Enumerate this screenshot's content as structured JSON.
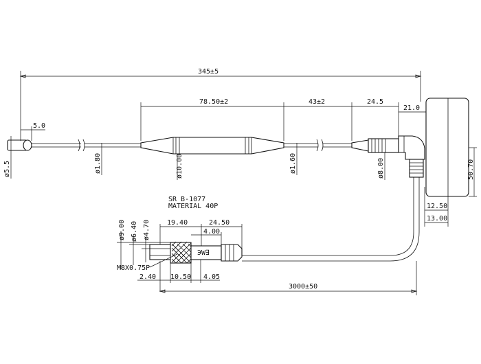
{
  "dimensions": {
    "overall_length": "345±5",
    "tip_length": "5.0",
    "tip_diameter": "ø5.5",
    "whip_diameter_left": "ø1.80",
    "coil_length": "78.50±2",
    "coil_diameter": "ø10.00",
    "whip_diameter_right": "ø1.60",
    "span_43": "43±2",
    "span_24_5": "24.5",
    "span_21_0": "21.0",
    "base_diameter": "ø8.00",
    "base_height": "50.70",
    "base_12_50": "12.50",
    "base_13_00": "13.00",
    "connector_9_00": "ø9.00",
    "connector_6_40": "ø6.40",
    "connector_4_70": "ø4.70",
    "connector_19_40": "19.40",
    "connector_24_50": "24.50",
    "connector_4_00": "4.00",
    "thread": "M8X0.75P",
    "connector_2_40": "2.40",
    "connector_10_50": "10.50",
    "connector_4_05": "4.05",
    "cable_length": "3000±50"
  },
  "notes": {
    "line1": "SR  B-1077",
    "line2": "MATERIAL  40P",
    "boot_label": "ЭW∃"
  }
}
